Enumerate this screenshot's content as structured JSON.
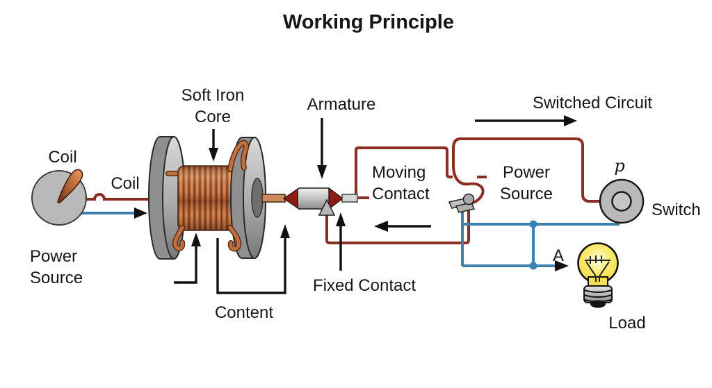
{
  "title": "Working Principle",
  "colors": {
    "wire_red": "#8B2D22",
    "wire_blue": "#3B80AE",
    "copper": "#C0703F",
    "metal_gray": "#B9B9B9",
    "bulb_yellow": "#F4E04B",
    "arrow_black": "#111111"
  },
  "labels": {
    "coil_component": "Coil",
    "coil_wire": "Coil",
    "power_source_left": [
      "Power",
      "Source"
    ],
    "soft_iron_core": [
      "Soft Iron",
      "Core"
    ],
    "armature": "Armature",
    "moving_contact": [
      "Moving",
      "Contact"
    ],
    "switched_circuit": "Switched Circuit",
    "power_source_right": [
      "Power",
      "Source"
    ],
    "p_marker": "p",
    "switch": "Switch",
    "fixed_contact": "Fixed Contact",
    "content": "Content",
    "a_marker": "A",
    "load": "Load"
  }
}
